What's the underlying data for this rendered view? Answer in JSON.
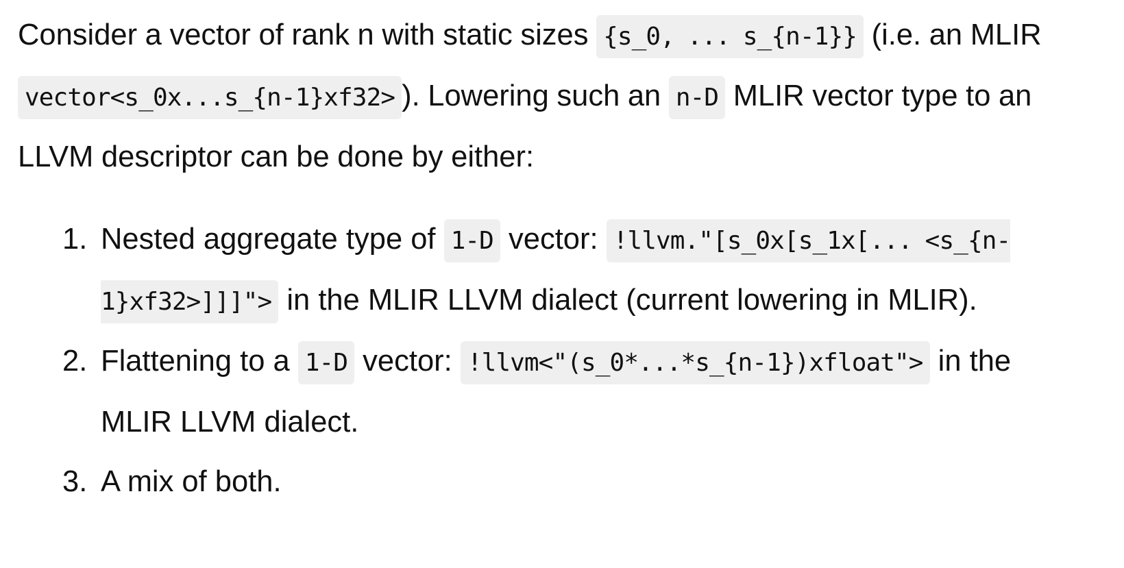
{
  "intro": {
    "t1": "Consider a vector of rank n with static sizes ",
    "c1": "{s_0, ... s_{n-1}}",
    "t2": " (i.e. an MLIR ",
    "c2": "vector<s_0x...s_{n-1}xf32>",
    "t3": "). Lowering such an ",
    "c3": "n-D",
    "t4": " MLIR vector type to an LLVM descriptor can be done by either:"
  },
  "options": [
    {
      "num": "1.",
      "t1": "Nested aggregate type of ",
      "c1": "1-D",
      "t2": " vector: ",
      "c2": "!llvm.\"[s_0x[s_1x[... <s_{n-1}xf32>]]]\">",
      "t3": " in the MLIR LLVM dialect (current lowering in MLIR)."
    },
    {
      "num": "2.",
      "t1": "Flattening to a ",
      "c1": "1-D",
      "t2": " vector: ",
      "c2": "!llvm<\"(s_0*...*s_{n-1})xfloat\">",
      "t3": " in the MLIR LLVM dialect."
    },
    {
      "num": "3.",
      "t1": "A mix of both."
    }
  ]
}
